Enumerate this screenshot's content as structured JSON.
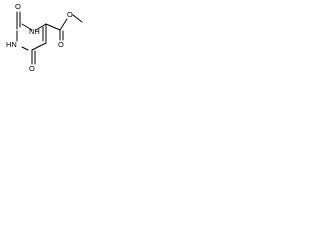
{
  "structure": {
    "atoms": {
      "carbonyl_o_top": "O",
      "ring_nh_left": "HN",
      "ring_nh_right": "NH",
      "carbonyl_o_bottom": "O",
      "ester_o_methoxy": "O",
      "ester_o_carbonyl": "O"
    },
    "colors": {
      "bond": "#000000",
      "label": "#000000",
      "background": "#ffffff"
    }
  }
}
